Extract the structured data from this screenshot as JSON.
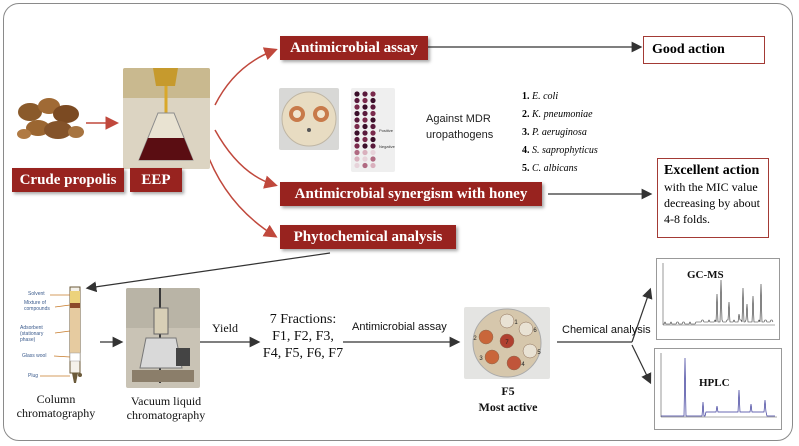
{
  "boxes": {
    "crude_propolis": "Crude propolis",
    "eep": "EEP",
    "antimicrobial_assay": "Antimicrobial assay",
    "synergism": "Antimicrobial synergism with honey",
    "phytochemical": "Phytochemical analysis",
    "good_action": "Good action",
    "excellent_title": "Excellent  action",
    "excellent_body": "with the MIC value decreasing by about 4-8 folds."
  },
  "against_label": "Against MDR uropathogens",
  "pathogens": [
    {
      "num": "1.",
      "name": "E. coli"
    },
    {
      "num": "2.",
      "name": "K. pneumoniae"
    },
    {
      "num": "3.",
      "name": "P. aeruginosa"
    },
    {
      "num": "4.",
      "name": "S. saprophyticus"
    },
    {
      "num": "5.",
      "name": "C. albicans"
    }
  ],
  "plate_labels": {
    "positive": "Positive",
    "negative": "Negative"
  },
  "column_labels": {
    "solvent": "Solvent",
    "mixture": "Mixture of compounds",
    "adsorbent": "Adsorbent (stationary phase)",
    "glass_wool": "Glass wool",
    "plug": "Plug"
  },
  "captions": {
    "column_chromatography": "Column chromatography",
    "vacuum_chromatography": "Vacuum liquid chromatography",
    "yield": "Yield",
    "fractions_title": "7 Fractions:",
    "fractions_list": "F1, F2, F3, F4, F5, F6, F7",
    "antimicrobial_assay_arrow": "Antimicrobial assay",
    "f5": "F5",
    "most_active": "Most active",
    "chemical_analysis": "Chemical analysis",
    "gcms": "GC-MS",
    "hplc": "HPLC"
  },
  "well_numbers": [
    "1",
    "2",
    "3",
    "4",
    "5",
    "6",
    "7"
  ],
  "colors": {
    "red_box": "#98231f",
    "arrow_red": "#c0483c",
    "border_red": "#a33a35"
  }
}
